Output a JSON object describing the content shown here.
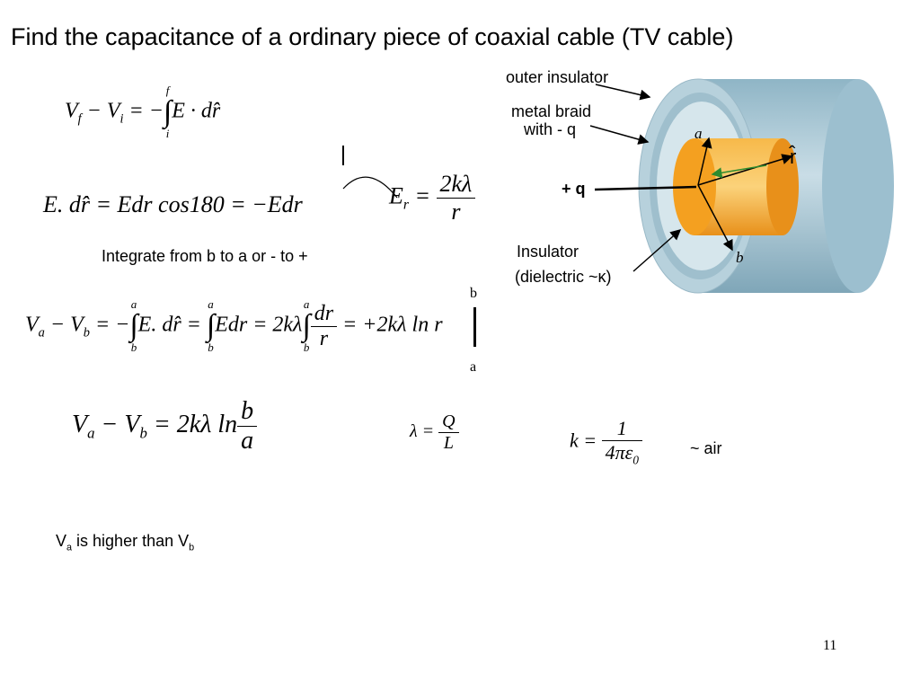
{
  "slide": {
    "title": "Find the capacitance of a ordinary piece of coaxial cable (TV cable)",
    "integrate_note": "Integrate from b to a   or - to +",
    "air_note": "~ air",
    "va_prefix": "V",
    "va_sub": "a",
    "va_middle": " is higher than V",
    "vb_sub": "b",
    "page_number": "11"
  },
  "equations": {
    "potential_def": {
      "lhs": "V",
      "f": "f",
      "minus": " − V",
      "i": "i",
      "eq": " = −",
      "upper": "f",
      "lower": "i",
      "integrand": "E · dr̂"
    },
    "dot_product": "E. dr̂ = Edr cos180 = −Edr",
    "field": {
      "lhs": "E",
      "sub": "r",
      "eq": " = ",
      "num": "2kλ",
      "den": "r"
    },
    "integral": {
      "lhs": "V",
      "a": "a",
      "minus": " − V",
      "b": "b",
      "eq1": " = −",
      "term1": "E. dr̂ = ",
      "term2": "Edr = 2kλ",
      "num": "dr",
      "den": "r",
      "eq2": " = +2kλ ln r",
      "eval_upper": "b",
      "eval_lower": "a",
      "lim_upper": "a",
      "lim_lower": "b"
    },
    "result": {
      "lhs": "V",
      "a": "a",
      "minus": " − V",
      "b": "b",
      "eq": " = 2kλ ln",
      "num": "b",
      "den": "a"
    },
    "lambda": {
      "lhs": "λ = ",
      "num": "Q",
      "den": "L"
    },
    "k": {
      "lhs": "k = ",
      "num": "1",
      "den": "4πε",
      "den_sub": "0"
    }
  },
  "diagram": {
    "label_outer_insulator": "outer insulator",
    "label_braid_1": "metal braid",
    "label_braid_2": "with - q",
    "label_plus_q": "+ q",
    "label_insulator_1": "Insulator",
    "label_insulator_2": "(dielectric ~κ)",
    "label_a": "a",
    "label_b": "b",
    "label_rhat": "r̂"
  },
  "colors": {
    "outer": "#a9c8d6",
    "outer_dark": "#7fa6b8",
    "inner_core": "#f4a020",
    "core_light": "#fbd27a",
    "arrow": "#2e8b2e"
  }
}
